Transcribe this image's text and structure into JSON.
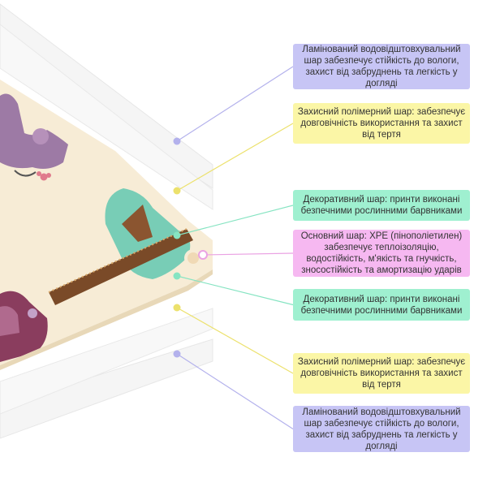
{
  "layers": [
    {
      "id": "laminated-top",
      "text": "Ламінований водовідштовхувальний шар забезпечує стійкість до вологи, захист від забруднень та легкість у догляді",
      "color": "#c7c5f5",
      "line": "#b3b1ec"
    },
    {
      "id": "protective-top",
      "text": "Захисний полімерний шар: забезпечує довговічність використання та захист від тертя",
      "color": "#fbf6a6",
      "line": "#ece16c"
    },
    {
      "id": "decorative-top",
      "text": "Декоративний шар: принти виконані безпечними рослинними барвниками",
      "color": "#9ff0d0",
      "line": "#86e4c2"
    },
    {
      "id": "core",
      "text": "Основний шар: XPE (пінополіетилен) забезпечує теплоізоляцію, водостійкість, м'якість та гнучкість, зносостійкість та амортизацію ударів",
      "color": "#f6b8f1",
      "line": "#eaa2e3"
    },
    {
      "id": "decorative-bottom",
      "text": "Декоративний шар: принти виконані безпечними рослинними барвниками",
      "color": "#9ff0d0",
      "line": "#86e4c2"
    },
    {
      "id": "protective-bottom",
      "text": "Захисний полімерний шар: забезпечує довговічність використання та захист від тертя",
      "color": "#fbf6a6",
      "line": "#ece16c"
    },
    {
      "id": "laminated-bottom",
      "text": "Ламінований водовідштовхувальний шар забезпечує стійкість до вологи, захист від забруднень та легкість у догляді",
      "color": "#c7c5f5",
      "line": "#b3b1ec"
    }
  ]
}
